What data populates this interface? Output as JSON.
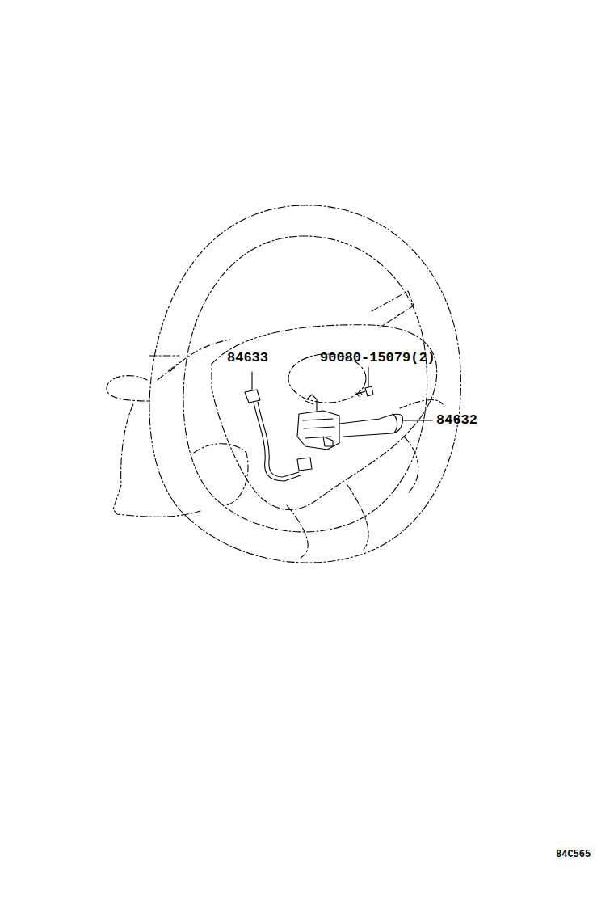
{
  "diagram": {
    "labels": [
      "84633",
      "90080-15079(2)",
      "84632",
      "84C565"
    ]
  }
}
